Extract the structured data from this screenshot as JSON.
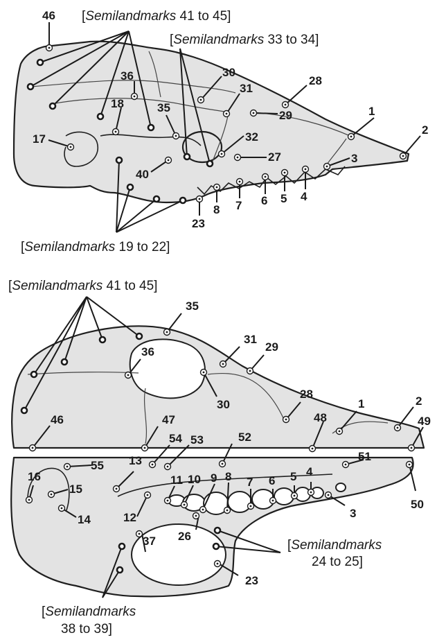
{
  "semilandmark_prefix": "Semilandmarks",
  "top_view": {
    "captions": {
      "semi_41_45": "41 to 45]",
      "semi_33_34": "33 to 34]",
      "semi_19_22": "19 to 22]"
    },
    "labels": {
      "l46": "46",
      "l36": "36",
      "l30": "30",
      "l31": "31",
      "l28": "28",
      "l29": "29",
      "l18": "18",
      "l35": "35",
      "l1": "1",
      "l2": "2",
      "l17": "17",
      "l32": "32",
      "l27": "27",
      "l3": "3",
      "l40": "40",
      "l8": "8",
      "l7": "7",
      "l6": "6",
      "l5": "5",
      "l4": "4",
      "l23": "23"
    }
  },
  "bottom_view": {
    "captions": {
      "semi_41_45": "41 to 45]",
      "semi_24_25_a": "[Semilandmarks",
      "semi_24_25_b": "24 to 25]",
      "semi_38_39_a": "[Semilandmarks",
      "semi_38_39_b": "38 to 39]"
    },
    "labels": {
      "l35": "35",
      "l31": "31",
      "l29": "29",
      "l36": "36",
      "l30": "30",
      "l28": "28",
      "l48": "48",
      "l1": "1",
      "l2": "2",
      "l49": "49",
      "l46": "46",
      "l47": "47",
      "l54": "54",
      "l53": "53",
      "l52": "52",
      "l51": "51",
      "l55": "55",
      "l13": "13",
      "l16": "16",
      "l15": "15",
      "l14": "14",
      "l11": "11",
      "l10": "10",
      "l9": "9",
      "l8": "8",
      "l7": "7",
      "l6": "6",
      "l5": "5",
      "l4": "4",
      "l3": "3",
      "l50": "50",
      "l12": "12",
      "l26": "26",
      "l37": "37",
      "l23": "23"
    }
  }
}
